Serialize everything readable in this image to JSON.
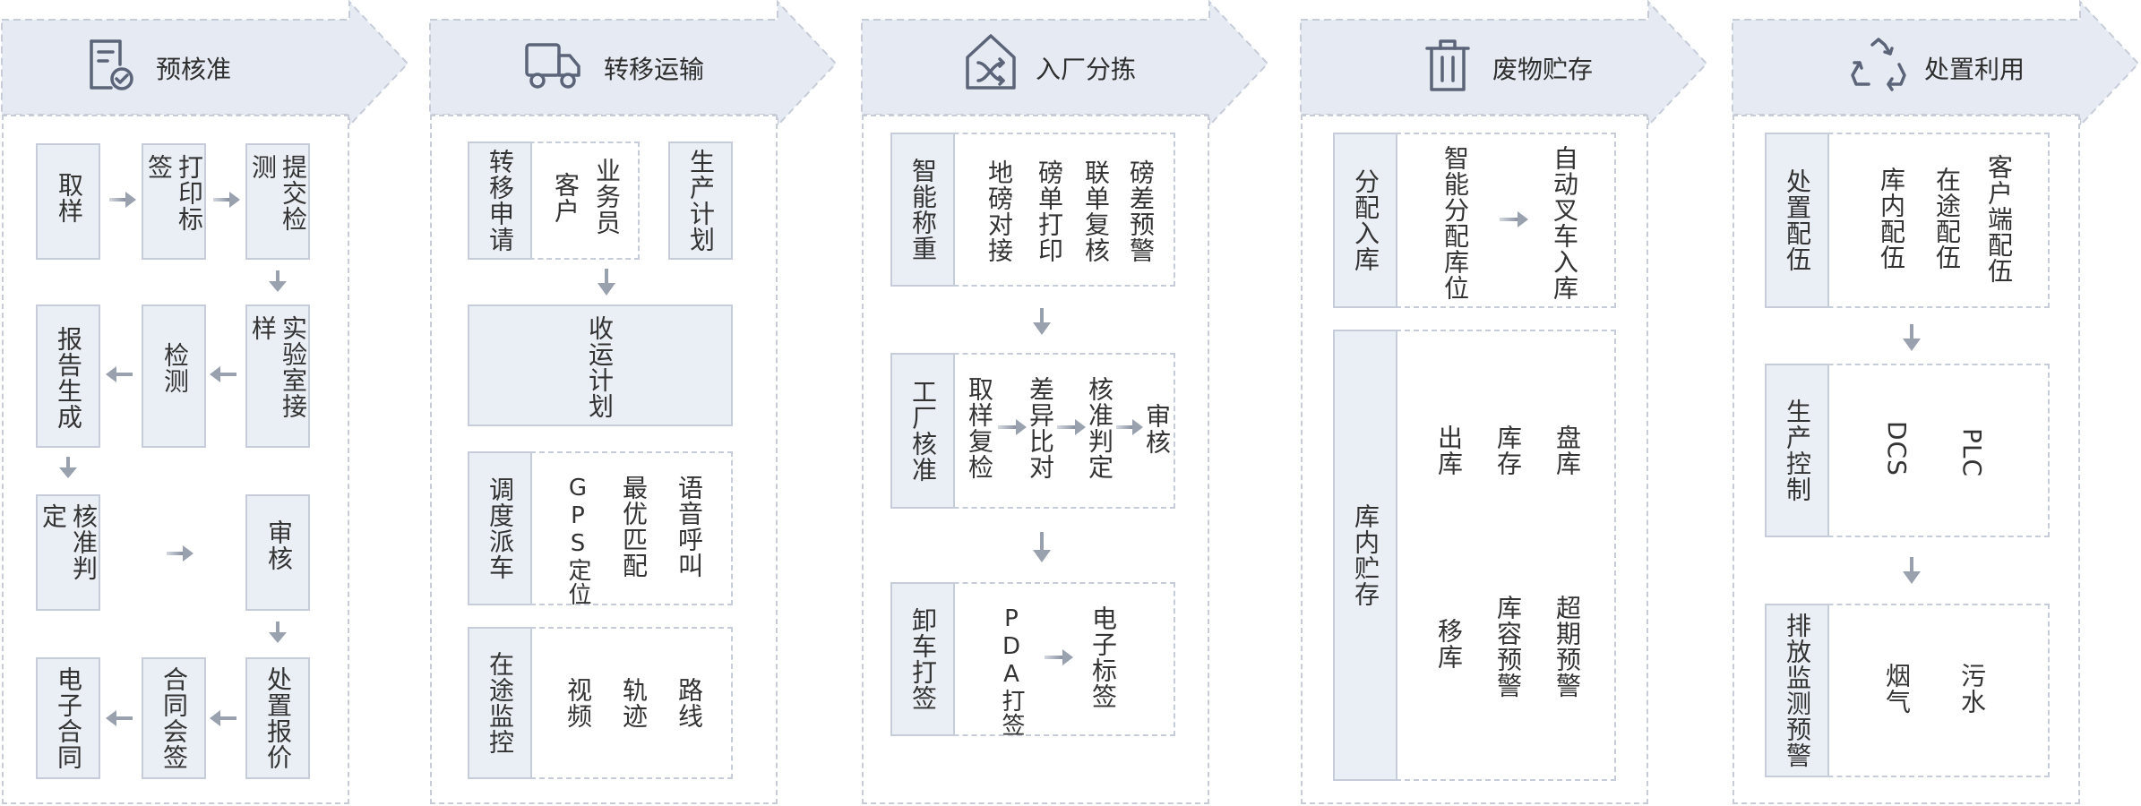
{
  "colors": {
    "header_fill": "#e6ebf3",
    "box_fill": "#eaeef5",
    "border": "#c6ccd8",
    "arrow": "#9aa1ae",
    "icon": "#5b6478"
  },
  "columns": [
    {
      "title": "预核准",
      "icon": "document-check-icon",
      "items": {
        "qy": "取样",
        "dybq": "打印标签",
        "tjjc": "提交检测",
        "sysjy": "实验室接样",
        "jc": "检测",
        "bgsc": "报告生成",
        "hzpd": "核准判定",
        "sh": "审核",
        "czbj": "处置报价",
        "htqq": "合同会签",
        "dzht": "电子合同"
      }
    },
    {
      "title": "转移运输",
      "icon": "truck-icon",
      "items": {
        "zysq": "转移申请",
        "kh": "客户",
        "ywy": "业务员",
        "scjh": "生产计划",
        "syjh": "收运计划",
        "ddpc": "调度派车",
        "gps": "GPS定位",
        "zypp": "最优匹配",
        "yyhj": "语音呼叫",
        "ztjk": "在途监控",
        "sp": "视频",
        "gj": "轨迹",
        "lx": "路线"
      }
    },
    {
      "title": "入厂分拣",
      "icon": "factory-shuffle-icon",
      "items": {
        "zncz": "智能称重",
        "dbdj": "地磅对接",
        "bddy": "磅单打印",
        "ldfh": "联单复核",
        "bcyj": "磅差预警",
        "gchz": "工厂核准",
        "qyfj": "取样复检",
        "cybd": "差异比对",
        "hzpd": "核准判定",
        "sh": "审核",
        "xcdq": "卸车打签",
        "pda": "PDA打签",
        "dzbq": "电子标签"
      }
    },
    {
      "title": "废物贮存",
      "icon": "trash-bin-icon",
      "items": {
        "fprk": "分配入库",
        "znfpkw": "智能分配库位",
        "zdccrk": "自动叉车入库",
        "knzc": "库内贮存",
        "ck": "出库",
        "kc": "库存",
        "pk": "盘库",
        "yk": "移库",
        "kryj": "库容预警",
        "cqyj": "超期预警"
      }
    },
    {
      "title": "处置利用",
      "icon": "recycle-icon",
      "items": {
        "czpw": "处置配伍",
        "knpw": "库内配伍",
        "ztpw": "在途配伍",
        "khdpw": "客户端配伍",
        "sckz": "生产控制",
        "dcs": "DCS",
        "plc": "PLC",
        "pfjc": "排放监测预警",
        "yq": "烟气",
        "ws": "污水"
      }
    }
  ]
}
